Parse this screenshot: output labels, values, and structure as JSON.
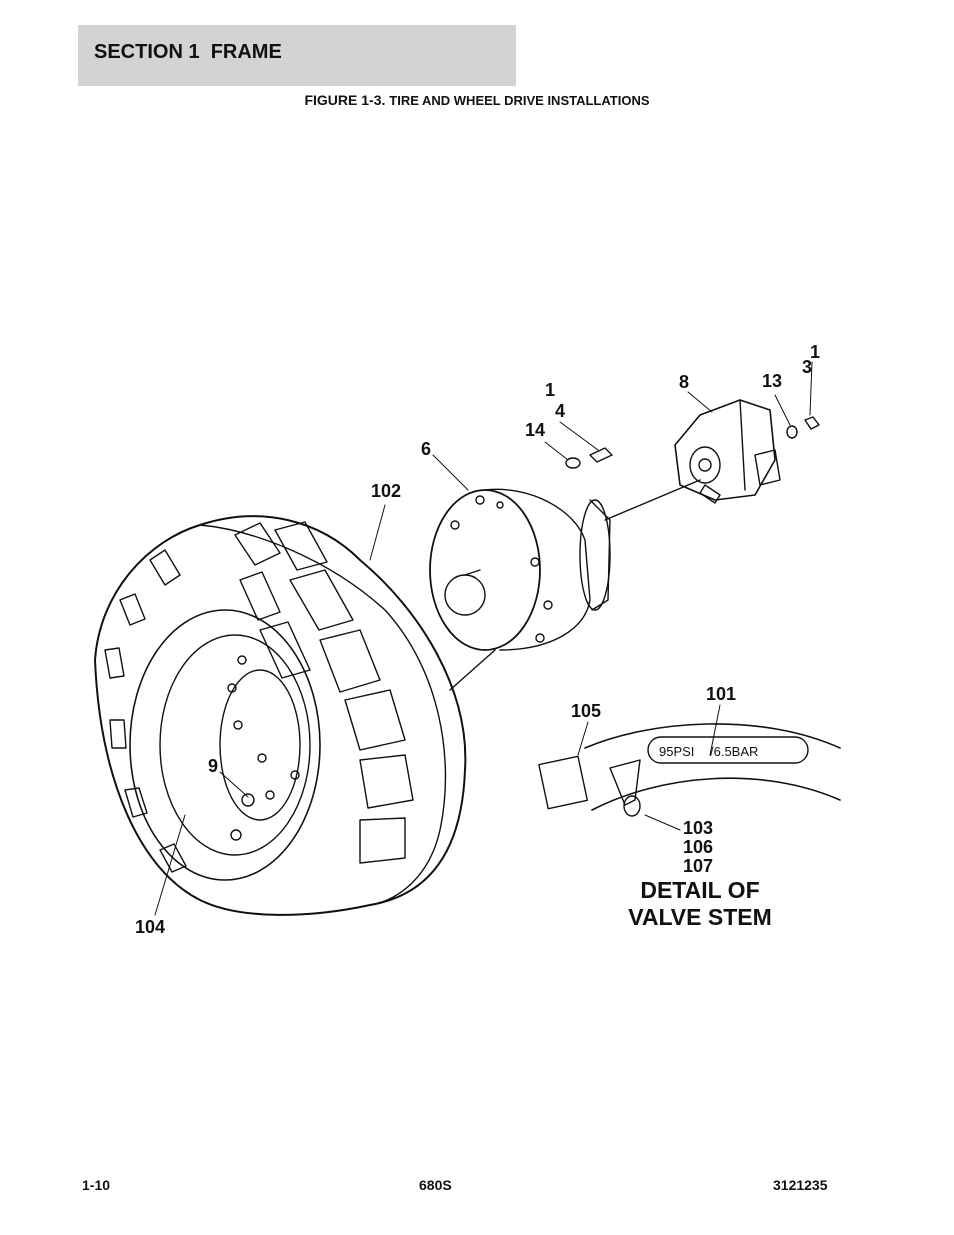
{
  "header": {
    "section_title": "SECTION 1  FRAME"
  },
  "figure": {
    "number": "FIGURE 1-3.",
    "title": "TIRE AND WHEEL DRIVE INSTALLATIONS"
  },
  "callouts": {
    "c1_top_right": "1",
    "c3_top_right": "3",
    "c13": "13",
    "c8": "8",
    "c1_bolt": "1",
    "c4": "4",
    "c14": "14",
    "c6": "6",
    "c102": "102",
    "c101": "101",
    "c105": "105",
    "c9": "9",
    "c103": "103",
    "c106": "106",
    "c107": "107",
    "c104": "104"
  },
  "detail": {
    "line1": "DETAIL OF",
    "line2": "VALVE STEM"
  },
  "rim_label": {
    "psi": "95PSI",
    "bar": "/6.5BAR"
  },
  "footer": {
    "page": "1-10",
    "model": "680S",
    "doc_number": "3121235"
  }
}
